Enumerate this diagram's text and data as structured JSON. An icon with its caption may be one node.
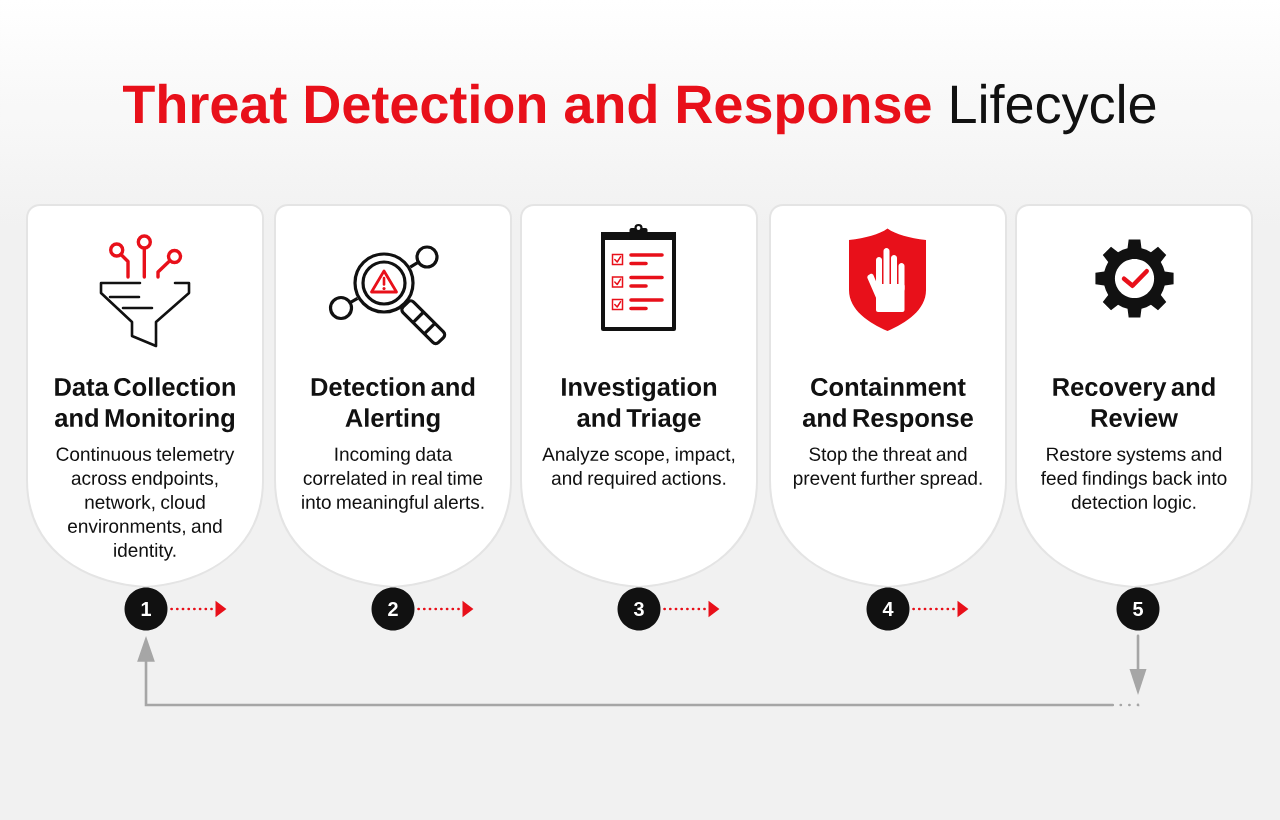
{
  "diagram": {
    "title": "**Threat Detection and Response** Lifecycle",
    "nodes": [
      {
        "text": [
          "Data Collection and Monitoring",
          "Continuous telemetry across endpoints, network, cloud environments, and identity."
        ]
      },
      {
        "text": [
          "Detection and Alerting",
          "Incoming data correlated in real time into meaningful alerts."
        ]
      },
      {
        "text": [
          "Investigation and Triage",
          "Analyze scope, impact, and required actions."
        ]
      },
      {
        "text": [
          "Containment and Response",
          "Stop the threat and prevent further spread."
        ]
      },
      {
        "text": [
          "Recovery and Review",
          "Restore systems and feed findings back into detection logic."
        ]
      },
      {
        "text": [
          "1"
        ]
      },
      {
        "text": [
          "2"
        ]
      },
      {
        "text": [
          "3"
        ]
      },
      {
        "text": [
          "4"
        ]
      },
      {
        "text": [
          "5"
        ]
      }
    ],
    "edges": [
      {
        "from": 5,
        "to": null,
        "arrow": "to",
        "style": "dashed"
      },
      {
        "from": 6,
        "to": null,
        "arrow": "to",
        "style": "dashed"
      },
      {
        "from": 7,
        "to": null,
        "arrow": "to",
        "style": "dashed"
      },
      {
        "from": 8,
        "to": null,
        "arrow": "to",
        "style": "dashed"
      },
      {
        "from": 9,
        "to": 5,
        "arrow": "to",
        "color": "#a6a6a6"
      }
    ]
  }
}
